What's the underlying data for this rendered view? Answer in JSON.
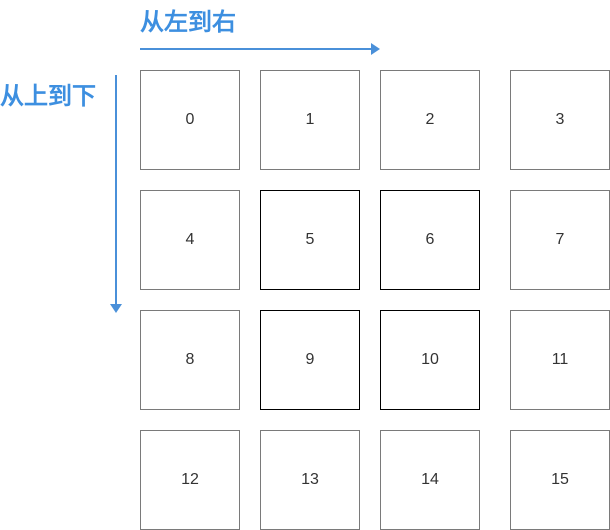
{
  "labels": {
    "horizontal": "从左到右",
    "vertical": "从上到下"
  },
  "colors": {
    "accent": "#3d8fe0",
    "border": "#7a7a7a",
    "inner_border": "#000000"
  },
  "grid": {
    "rows": 4,
    "cols": 4,
    "cells": [
      "0",
      "1",
      "2",
      "3",
      "4",
      "5",
      "6",
      "7",
      "8",
      "9",
      "10",
      "11",
      "12",
      "13",
      "14",
      "15"
    ],
    "highlighted": [
      "5",
      "6",
      "9",
      "10"
    ]
  }
}
